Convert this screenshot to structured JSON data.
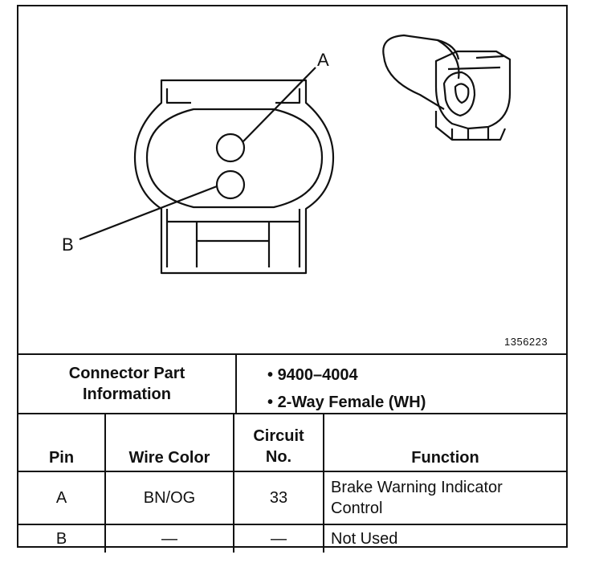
{
  "figure_id": "1356223",
  "pin_callouts": [
    "A",
    "B"
  ],
  "connector_part_information": {
    "label": "Connector Part\nInformation",
    "values": [
      "9400–4004",
      "2-Way Female (WH)"
    ]
  },
  "pin_table": {
    "headers": {
      "pin": "Pin",
      "wire_color": "Wire Color",
      "circuit_no": "Circuit\nNo.",
      "function": "Function"
    },
    "rows": [
      {
        "pin": "A",
        "wire_color": "BN/OG",
        "circuit_no": "33",
        "function": "Brake Warning Indicator\nControl"
      },
      {
        "pin": "B",
        "wire_color": "—",
        "circuit_no": "—",
        "function": "Not Used"
      }
    ]
  }
}
